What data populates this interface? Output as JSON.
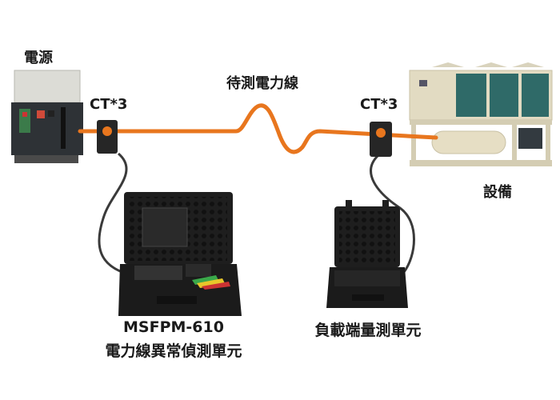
{
  "labels": {
    "power_source": "電源",
    "ct_left": "CT*3",
    "ct_right": "CT*3",
    "power_line": "待測電力線",
    "equipment": "設備",
    "main_unit_model": "MSFPM-610",
    "main_unit_name": "電力線異常偵測單元",
    "load_unit_name": "負載端量測單元"
  },
  "colors": {
    "power_line": "#e8761e",
    "cable": "#3a3a3a",
    "case": "#1e1e1e",
    "chiller_body": "#e2dbc2",
    "chiller_coil": "#2f6a68",
    "breaker_body": "#2e3236",
    "text": "#1a1a1a"
  }
}
